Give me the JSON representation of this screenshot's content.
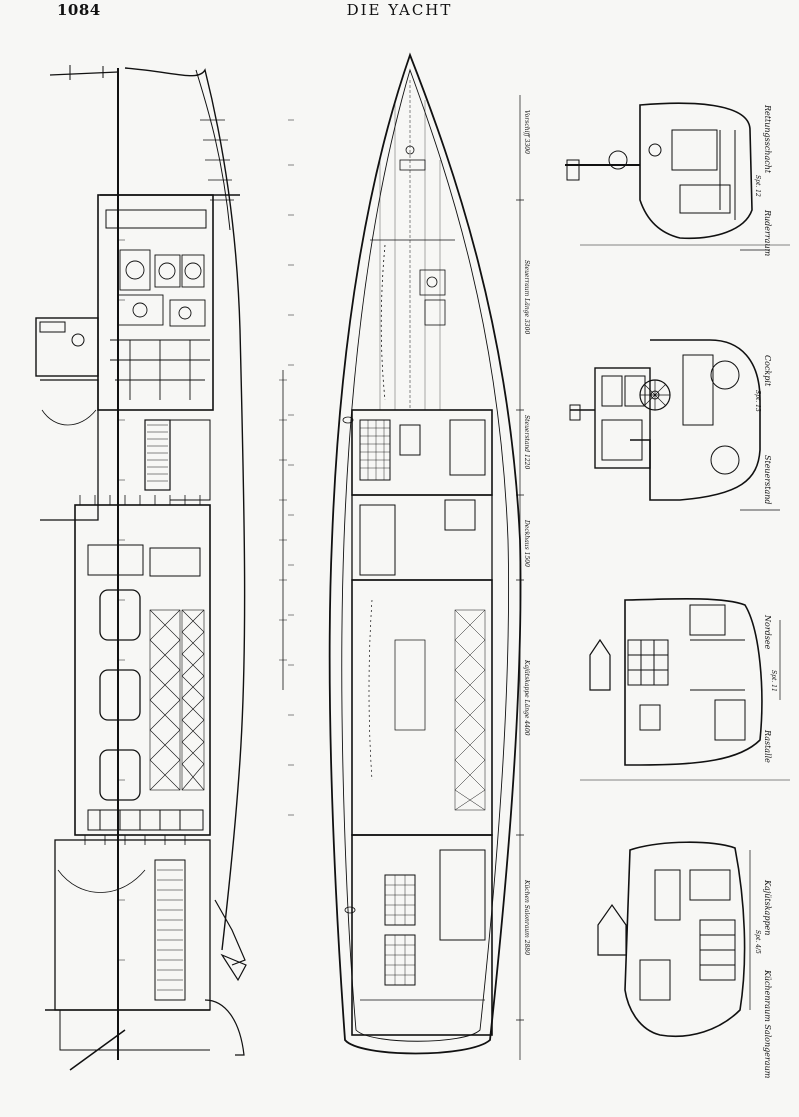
{
  "page": {
    "number": "1084",
    "running_head": "DIE YACHT"
  },
  "section_labels": [
    {
      "text": "Rettungsschacht",
      "frame": "Spt. 12"
    },
    {
      "text": "Ruderraum",
      "frame": "Spt. 12"
    },
    {
      "text": "Cockpit",
      "frame": "Spt. 13"
    },
    {
      "text": "Steuerstand",
      "frame": ""
    },
    {
      "text": "Nordsee",
      "frame": "Spt. 11"
    },
    {
      "text": "Rastalle",
      "frame": ""
    },
    {
      "text": "Kajütskappen",
      "frame": ""
    },
    {
      "text": "Küchenraum Salongeraum",
      "frame": "Spt. 4/5"
    }
  ],
  "dimension_labels": [
    "Vorschiff 3300",
    "Steuerraum Länge 3300",
    "Steuerstand 1220",
    "Deckhaus 1500",
    "Kajütskappe Länge 4400",
    "Küchen Salonraum 2880"
  ]
}
